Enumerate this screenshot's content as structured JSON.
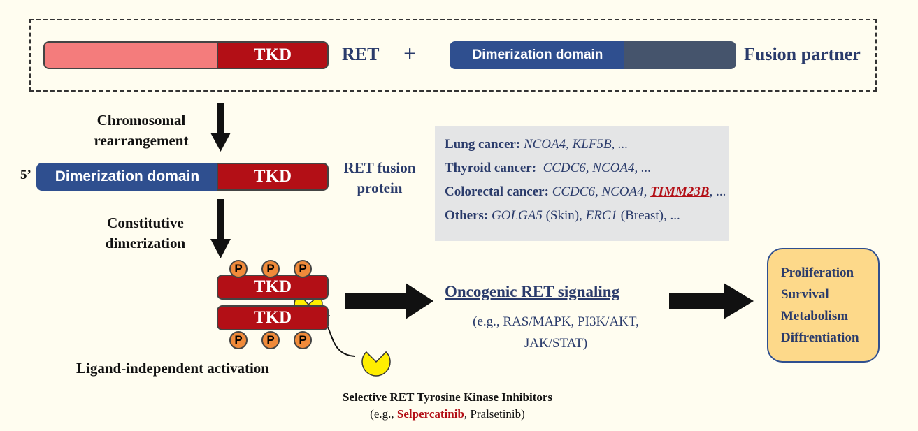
{
  "top_row": {
    "tkd_label": "TKD",
    "ret_label": "RET",
    "plus": "+",
    "dimerization_label": "Dimerization domain",
    "fusion_partner_label": "Fusion partner"
  },
  "step1": {
    "line1": "Chromosomal",
    "line2": "rearrangement"
  },
  "fusion": {
    "five_prime": "5’",
    "dimerization_label": "Dimerization domain",
    "tkd_label": "TKD",
    "protein_line1": "RET fusion",
    "protein_line2": "protein"
  },
  "cancer_box": {
    "lines": [
      {
        "label": "Lung cancer:",
        "genes": " NCOA4, KLF5B, ...",
        "highlight": "",
        "tail": ""
      },
      {
        "label": "Thyroid cancer:",
        "genes": "  CCDC6, NCOA4, ...",
        "highlight": "",
        "tail": ""
      },
      {
        "label": "Colorectal cancer:",
        "genes": " CCDC6, NCOA4, ",
        "highlight": "TIMM23B",
        "tail": ", ..."
      },
      {
        "label": "Others:",
        "genes": " GOLGA5",
        "note1": " (Skin), ",
        "gene2": "ERC1",
        "note2": " (Breast), ..."
      }
    ]
  },
  "step2": {
    "line1": "Constitutive",
    "line2": "dimerization"
  },
  "dimer": {
    "tkd_top": "TKD",
    "tkd_bottom": "TKD",
    "phospho": "P"
  },
  "activation_label": "Ligand-independent activation",
  "signaling": {
    "title": "Oncogenic RET signaling",
    "line1": "(e.g., RAS/MAPK, PI3K/AKT,",
    "line2": "JAK/STAT)"
  },
  "outcomes": [
    "Proliferation",
    "Survival",
    "Metabolism",
    "Diffrentiation"
  ],
  "inhibitors": {
    "title": "Selective RET Tyrosine Kinase Inhibitors",
    "prefix": "(e.g., ",
    "drug1": "Selpercatinib",
    "suffix": ", Pralsetinib)"
  },
  "colors": {
    "tkd_red": "#b30f16",
    "ret_pink": "#f47c7c",
    "dimerization_blue": "#2f4f8f",
    "partner_slate": "#45546c",
    "navy_text": "#2a3b6b",
    "panel_gray": "#e4e5e6",
    "outcome_fill": "#fdd98a",
    "phospho_orange": "#f08a3a",
    "inhibitor_yellow": "#ffee00"
  }
}
